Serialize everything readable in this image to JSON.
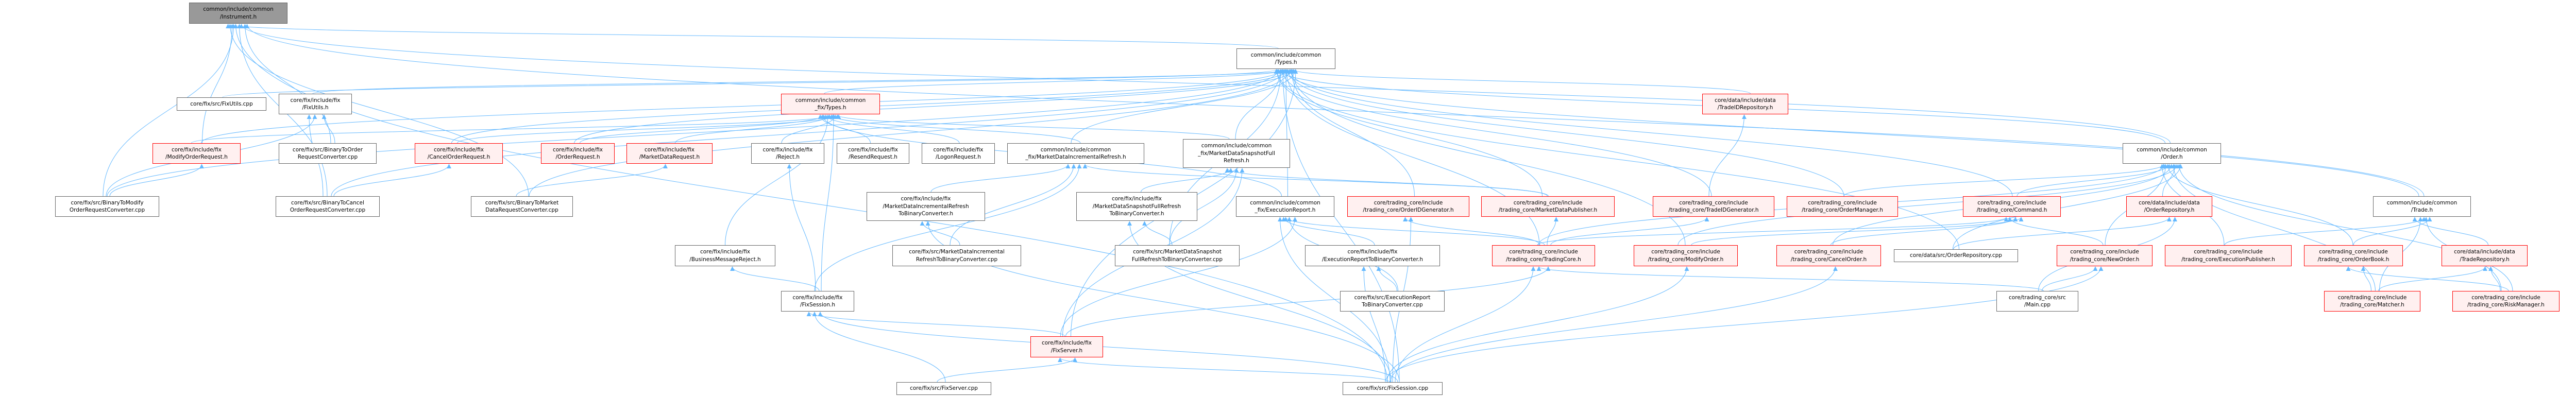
{
  "graph": {
    "title": "common/include/common/Instrument.h include dependency graph (included-by)",
    "colors": {
      "edge": "#63b8ff",
      "node_border": "#666666",
      "truncated_border": "#ff0000",
      "truncated_fill": "#fff0f0",
      "current_fill": "#999999"
    },
    "nodes": [
      {
        "id": "instrument",
        "lines": [
          "common/include/common",
          "/Instrument.h"
        ],
        "style": "current"
      },
      {
        "id": "types",
        "lines": [
          "common/include/common",
          "/Types.h"
        ],
        "style": "normal"
      },
      {
        "id": "fixtypes",
        "lines": [
          "common/include/common",
          "_fix/Types.h"
        ],
        "style": "red"
      },
      {
        "id": "fixutils_cpp",
        "lines": [
          "core/fix/src/FixUtils.cpp"
        ],
        "style": "normal"
      },
      {
        "id": "fixutils_h",
        "lines": [
          "core/fix/include/fix",
          "/FixUtils.h"
        ],
        "style": "normal"
      },
      {
        "id": "modifyorderreq",
        "lines": [
          "core/fix/include/fix",
          "/ModifyOrderRequest.h"
        ],
        "style": "red"
      },
      {
        "id": "b2order_cpp",
        "lines": [
          "core/fix/src/BinaryToOrder",
          "RequestConverter.cpp"
        ],
        "style": "normal"
      },
      {
        "id": "cancelorderreq",
        "lines": [
          "core/fix/include/fix",
          "/CancelOrderRequest.h"
        ],
        "style": "red"
      },
      {
        "id": "orderreq",
        "lines": [
          "core/fix/include/fix",
          "/OrderRequest.h"
        ],
        "style": "red"
      },
      {
        "id": "mdreq",
        "lines": [
          "core/fix/include/fix",
          "/MarketDataRequest.h"
        ],
        "style": "red"
      },
      {
        "id": "reject",
        "lines": [
          "core/fix/include/fix",
          "/Reject.h"
        ],
        "style": "normal"
      },
      {
        "id": "resend",
        "lines": [
          "core/fix/include/fix",
          "/ResendRequest.h"
        ],
        "style": "normal"
      },
      {
        "id": "logon",
        "lines": [
          "core/fix/include/fix",
          "/LogonRequest.h"
        ],
        "style": "normal"
      },
      {
        "id": "mdincr",
        "lines": [
          "common/include/common",
          "_fix/MarketDataIncrementalRefresh.h"
        ],
        "style": "normal"
      },
      {
        "id": "mdsnap",
        "lines": [
          "common/include/common",
          "_fix/MarketDataSnapshotFull",
          "Refresh.h"
        ],
        "style": "normal"
      },
      {
        "id": "b2modify_cpp",
        "lines": [
          "core/fix/src/BinaryToModify",
          "OrderRequestConverter.cpp"
        ],
        "style": "normal"
      },
      {
        "id": "b2cancel_cpp",
        "lines": [
          "core/fix/src/BinaryToCancel",
          "OrderRequestConverter.cpp"
        ],
        "style": "normal"
      },
      {
        "id": "b2md_cpp",
        "lines": [
          "core/fix/src/BinaryToMarket",
          "DataRequestConverter.cpp"
        ],
        "style": "normal"
      },
      {
        "id": "mdincr2bin_h",
        "lines": [
          "core/fix/include/fix",
          "/MarketDataIncrementalRefresh",
          "ToBinaryConverter.h"
        ],
        "style": "normal"
      },
      {
        "id": "mdsnap2bin_h",
        "lines": [
          "core/fix/include/fix",
          "/MarketDataSnapshotFullRefresh",
          "ToBinaryConverter.h"
        ],
        "style": "normal"
      },
      {
        "id": "execreport",
        "lines": [
          "common/include/common",
          "_fix/ExecutionReport.h"
        ],
        "style": "normal"
      },
      {
        "id": "orderidgen",
        "lines": [
          "core/trading_core/include",
          "/trading_core/OrderIDGenerator.h"
        ],
        "style": "red"
      },
      {
        "id": "mdpublisher",
        "lines": [
          "core/trading_core/include",
          "/trading_core/MarketDataPublisher.h"
        ],
        "style": "red"
      },
      {
        "id": "tradeidgen",
        "lines": [
          "core/trading_core/include",
          "/trading_core/TradeIDGenerator.h"
        ],
        "style": "red"
      },
      {
        "id": "orderman",
        "lines": [
          "core/trading_core/include",
          "/trading_core/OrderManager.h"
        ],
        "style": "red"
      },
      {
        "id": "command",
        "lines": [
          "core/trading_core/include",
          "/trading_core/Command.h"
        ],
        "style": "red"
      },
      {
        "id": "orderrepo_h",
        "lines": [
          "core/data/include/data",
          "/OrderRepository.h"
        ],
        "style": "red"
      },
      {
        "id": "trade",
        "lines": [
          "common/include/common",
          "/Trade.h"
        ],
        "style": "normal"
      },
      {
        "id": "order",
        "lines": [
          "common/include/common",
          "/Order.h"
        ],
        "style": "normal"
      },
      {
        "id": "tradeidrepo",
        "lines": [
          "core/data/include/data",
          "/TradeIDRepository.h"
        ],
        "style": "red"
      },
      {
        "id": "bizreject",
        "lines": [
          "core/fix/include/fix",
          "/BusinessMessageReject.h"
        ],
        "style": "normal"
      },
      {
        "id": "mdincr2bin_cpp",
        "lines": [
          "core/fix/src/MarketDataIncremental",
          "RefreshToBinaryConverter.cpp"
        ],
        "style": "normal"
      },
      {
        "id": "mdsnap2bin_cpp",
        "lines": [
          "core/fix/src/MarketDataSnapshot",
          "FullRefreshToBinaryConverter.cpp"
        ],
        "style": "normal"
      },
      {
        "id": "exec2bin_h",
        "lines": [
          "core/fix/include/fix",
          "/ExecutionReportToBinaryConverter.h"
        ],
        "style": "normal"
      },
      {
        "id": "tradingcore",
        "lines": [
          "core/trading_core/include",
          "/trading_core/TradingCore.h"
        ],
        "style": "red"
      },
      {
        "id": "modifyorder",
        "lines": [
          "core/trading_core/include",
          "/trading_core/ModifyOrder.h"
        ],
        "style": "red"
      },
      {
        "id": "cancelorder",
        "lines": [
          "core/trading_core/include",
          "/trading_core/CancelOrder.h"
        ],
        "style": "red"
      },
      {
        "id": "orderrepo_cpp",
        "lines": [
          "core/data/src/OrderRepository.cpp"
        ],
        "style": "normal"
      },
      {
        "id": "neworder",
        "lines": [
          "core/trading_core/include",
          "/trading_core/NewOrder.h"
        ],
        "style": "red"
      },
      {
        "id": "execpub",
        "lines": [
          "core/trading_core/include",
          "/trading_core/ExecutionPublisher.h"
        ],
        "style": "red"
      },
      {
        "id": "orderbook",
        "lines": [
          "core/trading_core/include",
          "/trading_core/OrderBook.h"
        ],
        "style": "red"
      },
      {
        "id": "traderepo",
        "lines": [
          "core/data/include/data",
          "/TradeRepository.h"
        ],
        "style": "red"
      },
      {
        "id": "fixsession_h",
        "lines": [
          "core/fix/include/fix",
          "/FixSession.h"
        ],
        "style": "normal"
      },
      {
        "id": "exec2bin_cpp",
        "lines": [
          "core/fix/src/ExecutionReport",
          "ToBinaryConverter.cpp"
        ],
        "style": "normal"
      },
      {
        "id": "main_cpp",
        "lines": [
          "core/trading_core/src",
          "/Main.cpp"
        ],
        "style": "normal"
      },
      {
        "id": "matcher",
        "lines": [
          "core/trading_core/include",
          "/trading_core/Matcher.h"
        ],
        "style": "red"
      },
      {
        "id": "riskman",
        "lines": [
          "core/trading_core/include",
          "/trading_core/RiskManager.h"
        ],
        "style": "red"
      },
      {
        "id": "fixserver_h",
        "lines": [
          "core/fix/include/fix",
          "/FixServer.h"
        ],
        "style": "red"
      },
      {
        "id": "fixserver_cpp",
        "lines": [
          "core/fix/src/FixServer.cpp"
        ],
        "style": "normal"
      },
      {
        "id": "fixsession_cpp",
        "lines": [
          "core/fix/src/FixSession.cpp"
        ],
        "style": "normal"
      }
    ],
    "edges": [
      [
        "types",
        "instrument"
      ],
      [
        "b2modify_cpp",
        "instrument"
      ],
      [
        "b2cancel_cpp",
        "instrument"
      ],
      [
        "b2order_cpp",
        "instrument"
      ],
      [
        "b2md_cpp",
        "instrument"
      ],
      [
        "fixsession_cpp",
        "instrument"
      ],
      [
        "order",
        "instrument"
      ],
      [
        "trade",
        "instrument"
      ],
      [
        "modifyorderreq",
        "instrument"
      ],
      [
        "fixtypes",
        "types"
      ],
      [
        "fixutils_h",
        "types"
      ],
      [
        "fixutils_cpp",
        "types"
      ],
      [
        "modifyorderreq",
        "types"
      ],
      [
        "cancelorderreq",
        "types"
      ],
      [
        "orderreq",
        "types"
      ],
      [
        "b2modify_cpp",
        "types"
      ],
      [
        "b2cancel_cpp",
        "types"
      ],
      [
        "b2md_cpp",
        "types"
      ],
      [
        "mdincr",
        "types"
      ],
      [
        "mdsnap",
        "types"
      ],
      [
        "execreport",
        "types"
      ],
      [
        "orderidgen",
        "types"
      ],
      [
        "mdpublisher",
        "types"
      ],
      [
        "tradeidgen",
        "types"
      ],
      [
        "orderman",
        "types"
      ],
      [
        "tradeidrepo",
        "types"
      ],
      [
        "order",
        "types"
      ],
      [
        "trade",
        "types"
      ],
      [
        "command",
        "types"
      ],
      [
        "fixserver_h",
        "types"
      ],
      [
        "mdsnap2bin_cpp",
        "types"
      ],
      [
        "tradingcore",
        "types"
      ],
      [
        "modifyorder",
        "types"
      ],
      [
        "orderrepo_cpp",
        "types"
      ],
      [
        "fixsession_cpp",
        "types"
      ],
      [
        "modifyorderreq",
        "fixtypes"
      ],
      [
        "cancelorderreq",
        "fixtypes"
      ],
      [
        "orderreq",
        "fixtypes"
      ],
      [
        "mdreq",
        "fixtypes"
      ],
      [
        "reject",
        "fixtypes"
      ],
      [
        "resend",
        "fixtypes"
      ],
      [
        "logon",
        "fixtypes"
      ],
      [
        "mdincr",
        "fixtypes"
      ],
      [
        "mdsnap",
        "fixtypes"
      ],
      [
        "execreport",
        "fixtypes"
      ],
      [
        "bizreject",
        "fixtypes"
      ],
      [
        "fixsession_h",
        "fixtypes"
      ],
      [
        "b2order_cpp",
        "fixutils_h"
      ],
      [
        "b2cancel_cpp",
        "fixutils_h"
      ],
      [
        "b2modify_cpp",
        "fixutils_h"
      ],
      [
        "b2modify_cpp",
        "modifyorderreq"
      ],
      [
        "b2cancel_cpp",
        "cancelorderreq"
      ],
      [
        "b2md_cpp",
        "mdreq"
      ],
      [
        "fixsession_h",
        "reject"
      ],
      [
        "fixsession_h",
        "bizreject"
      ],
      [
        "mdincr2bin_h",
        "mdincr"
      ],
      [
        "mdincr2bin_cpp",
        "mdincr"
      ],
      [
        "fixsession_h",
        "mdincr"
      ],
      [
        "mdpublisher",
        "mdincr"
      ],
      [
        "mdsnap2bin_h",
        "mdsnap"
      ],
      [
        "mdsnap2bin_cpp",
        "mdsnap"
      ],
      [
        "fixserver_h",
        "mdsnap"
      ],
      [
        "mdpublisher",
        "mdsnap"
      ],
      [
        "mdincr2bin_cpp",
        "mdincr2bin_h"
      ],
      [
        "fixsession_cpp",
        "mdincr2bin_h"
      ],
      [
        "mdsnap2bin_cpp",
        "mdsnap2bin_h"
      ],
      [
        "fixsession_cpp",
        "mdsnap2bin_h"
      ],
      [
        "exec2bin_h",
        "execreport"
      ],
      [
        "exec2bin_cpp",
        "execreport"
      ],
      [
        "fixserver_h",
        "execreport"
      ],
      [
        "fixsession_cpp",
        "execreport"
      ],
      [
        "tradingcore",
        "execreport"
      ],
      [
        "exec2bin_cpp",
        "exec2bin_h"
      ],
      [
        "fixsession_cpp",
        "exec2bin_h"
      ],
      [
        "tradingcore",
        "orderidgen"
      ],
      [
        "fixsession_cpp",
        "orderidgen"
      ],
      [
        "tradingcore",
        "mdpublisher"
      ],
      [
        "tradingcore",
        "tradeidgen"
      ],
      [
        "tradeidgen",
        "tradeidrepo"
      ],
      [
        "fixserver_h",
        "tradingcore"
      ],
      [
        "fixsession_cpp",
        "tradingcore"
      ],
      [
        "main_cpp",
        "tradingcore"
      ],
      [
        "fixsession_cpp",
        "modifyorder"
      ],
      [
        "fixsession_cpp",
        "cancelorder"
      ],
      [
        "orderman",
        "order"
      ],
      [
        "command",
        "order"
      ],
      [
        "orderrepo_h",
        "order"
      ],
      [
        "orderrepo_cpp",
        "order"
      ],
      [
        "neworder",
        "order"
      ],
      [
        "cancelorder",
        "order"
      ],
      [
        "modifyorder",
        "order"
      ],
      [
        "execpub",
        "order"
      ],
      [
        "orderbook",
        "order"
      ],
      [
        "matcher",
        "order"
      ],
      [
        "riskman",
        "order"
      ],
      [
        "tradingcore",
        "order"
      ],
      [
        "neworder",
        "command"
      ],
      [
        "cancelorder",
        "command"
      ],
      [
        "modifyorder",
        "command"
      ],
      [
        "tradingcore",
        "command"
      ],
      [
        "orderrepo_cpp",
        "orderrepo_h"
      ],
      [
        "main_cpp",
        "orderrepo_h"
      ],
      [
        "main_cpp",
        "neworder"
      ],
      [
        "fixsession_cpp",
        "neworder"
      ],
      [
        "execpub",
        "trade"
      ],
      [
        "orderbook",
        "trade"
      ],
      [
        "traderepo",
        "trade"
      ],
      [
        "matcher",
        "trade"
      ],
      [
        "riskman",
        "trade"
      ],
      [
        "matcher",
        "orderbook"
      ],
      [
        "riskman",
        "orderbook"
      ],
      [
        "matcher",
        "traderepo"
      ],
      [
        "riskman",
        "traderepo"
      ],
      [
        "fixserver_h",
        "fixsession_h"
      ],
      [
        "fixserver_cpp",
        "fixsession_h"
      ],
      [
        "fixsession_cpp",
        "fixsession_h"
      ],
      [
        "fixserver_cpp",
        "fixserver_h"
      ],
      [
        "fixsession_cpp",
        "fixserver_h"
      ]
    ]
  }
}
